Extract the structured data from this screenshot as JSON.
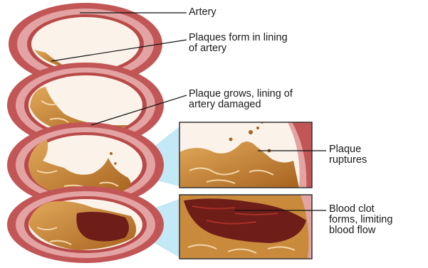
{
  "labels": {
    "artery": "Artery",
    "plaque_form": "Plaques form in lining\nof artery",
    "plaque_grow": "Plaque grows, lining of\nartery damaged",
    "plaque_rupture": "Plaque\nruptures",
    "blood_clot": "Blood clot\nforms, limiting\nblood flow"
  },
  "colors": {
    "artery_wall": "#c85a5a",
    "artery_wall_light": "#e8a0a0",
    "lumen": "#fdf5ee",
    "plaque": "#c98a3c",
    "plaque_dark": "#8a4a1a",
    "clot": "#6e1d18",
    "callout": "#aee0f2",
    "leader": "#111111"
  },
  "stages": [
    {
      "stage": 1,
      "title": "plaque-forms"
    },
    {
      "stage": 2,
      "title": "plaque-grows"
    },
    {
      "stage": 3,
      "title": "plaque-ruptures"
    },
    {
      "stage": 4,
      "title": "blood-clot"
    }
  ]
}
